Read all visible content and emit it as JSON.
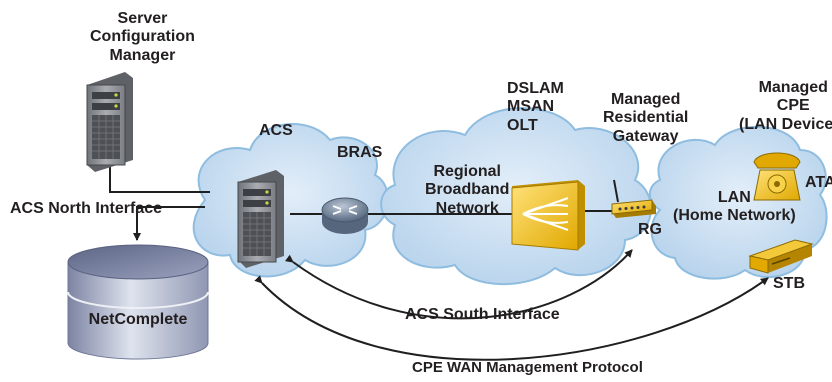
{
  "labels": {
    "server_config_manager": [
      "Server",
      "Configuration",
      "Manager"
    ],
    "acs": "ACS",
    "bras": "BRAS",
    "access_nodes": [
      "DSLAM",
      "MSAN",
      "OLT"
    ],
    "managed_rg": [
      "Managed",
      "Residential",
      "Gateway"
    ],
    "managed_cpe": [
      "Managed",
      "CPE",
      "(LAN Devices)"
    ],
    "regional_network": [
      "Regional",
      "Broadband",
      "Network"
    ],
    "lan": [
      "LAN",
      "(Home Network)"
    ],
    "ata": "ATA",
    "rg": "RG",
    "stb": "STB",
    "acs_north_interface": "ACS North Interface",
    "database": "NetComplete",
    "acs_south_interface": "ACS South Interface",
    "cpe_wan_protocol": "CPE WAN Management Protocol"
  },
  "colors": {
    "cloud_fill": "#cfe2f3",
    "cloud_edge": "#7fb1d9",
    "server_body": "#8a8d91",
    "database_body": "#aeb4c9",
    "router": "#6d7f95",
    "access_node": "#f5c218",
    "cpe_device": "#f5c218",
    "text": "#231f20"
  },
  "icons": [
    "server-icon",
    "acs-server-icon",
    "database-icon",
    "router-icon",
    "access-node-icon",
    "residential-gateway-icon",
    "phone-ata-icon",
    "set-top-box-icon"
  ]
}
